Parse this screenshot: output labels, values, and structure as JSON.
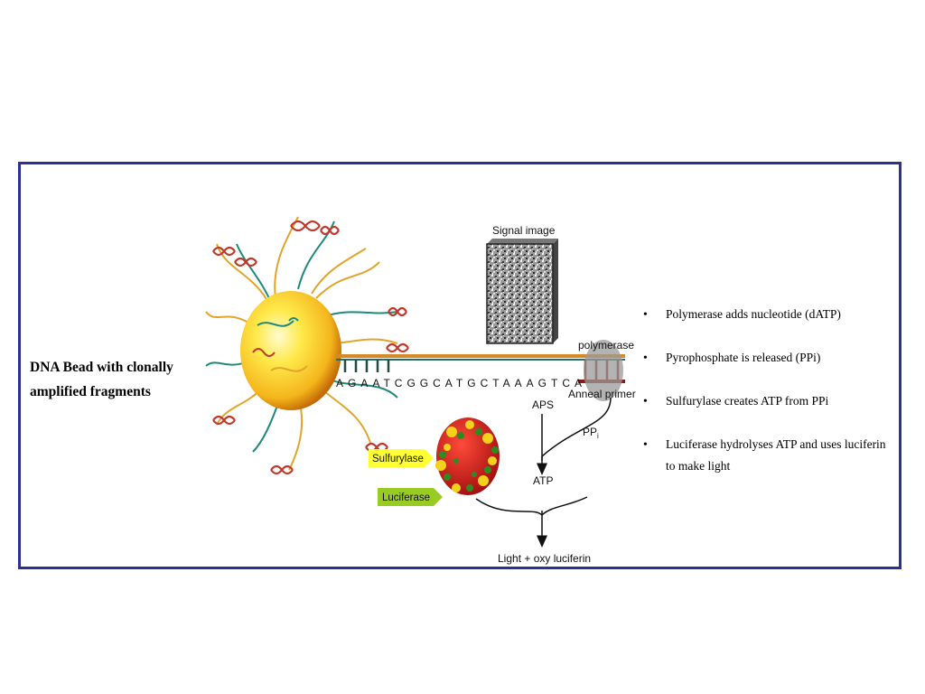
{
  "side_label": {
    "line1": "DNA Bead with clonally",
    "line2": "amplified fragments"
  },
  "diagram": {
    "signal_image": "Signal image",
    "polymerase": "polymerase",
    "anneal_primer": "Anneal primer",
    "sequence": "AGAATCGGCATGCTAAAGTCA",
    "aps": "APS",
    "ppi": "PP",
    "ppi_sub": "i",
    "atp": "ATP",
    "light": "Light + oxy luciferin",
    "sulfurylase": "Sulfurylase",
    "luciferase": "Luciferase"
  },
  "bullets": [
    "Polymerase adds nucleotide (dATP)",
    "Pyrophosphate is released (PPi)",
    "Sulfurylase creates ATP from PPi",
    "Luciferase hydrolyses ATP and uses luciferin to make light"
  ],
  "colors": {
    "frame": "#2e3192",
    "bead_core": "#ffe94a",
    "bead_edge": "#e8960a",
    "dna_red": "#c0392b",
    "dna_gold": "#e0a52a",
    "dna_teal": "#1f8a7a",
    "enzyme_red": "#d7191c",
    "enzyme_green": "#2e8b22",
    "sulfurylase_tag": "#ffff33",
    "luciferase_tag": "#99cc22"
  }
}
